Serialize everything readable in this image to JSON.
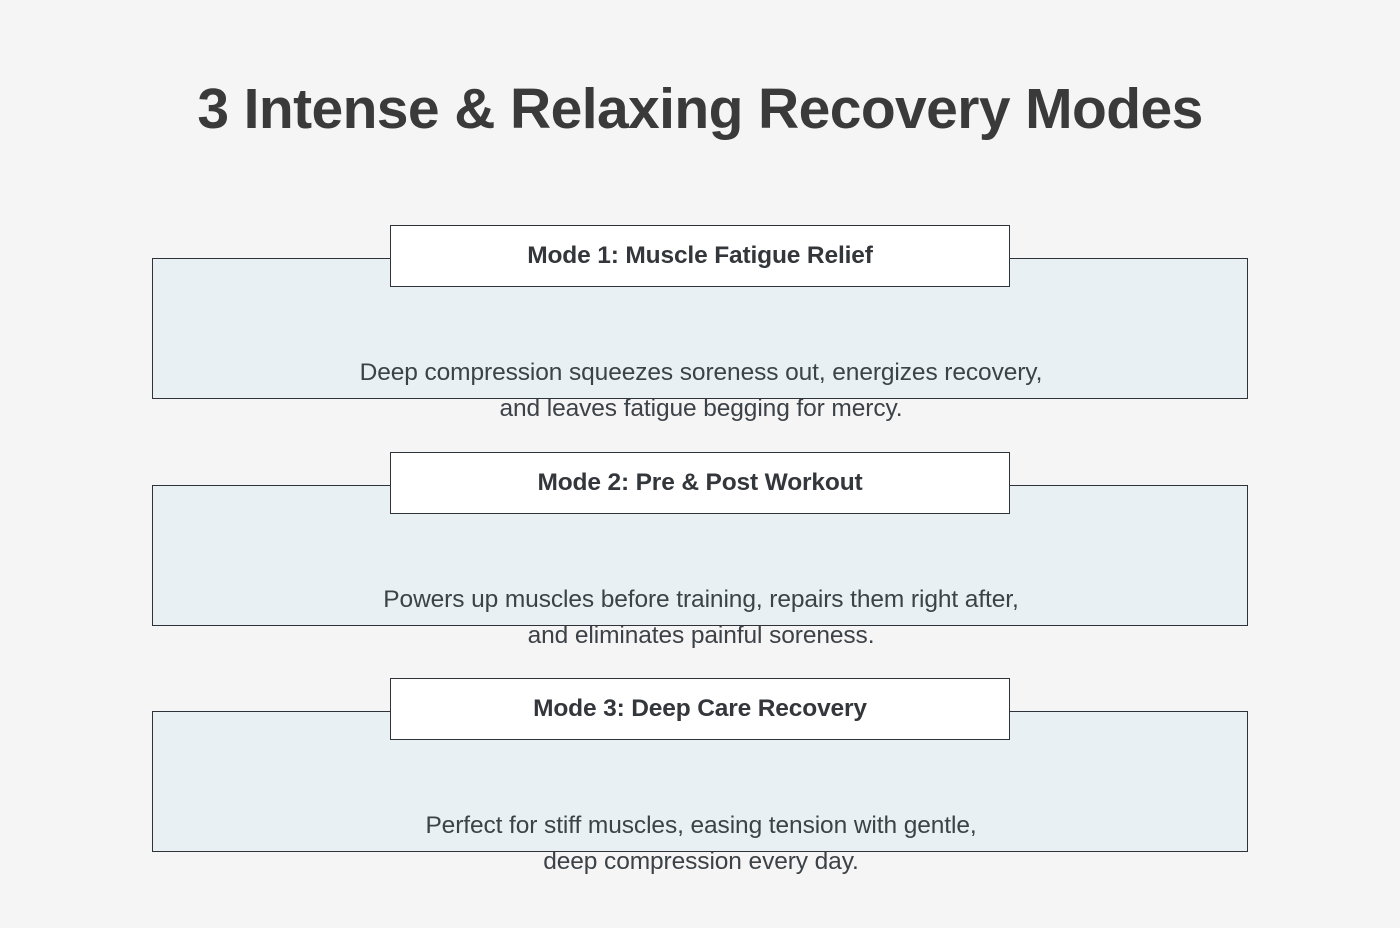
{
  "page": {
    "background_color": "#f5f5f5",
    "title": "3 Intense & Relaxing Recovery Modes",
    "title_color": "#3a3a3a"
  },
  "theme": {
    "card_fill": "#e8f0f3",
    "card_border": "#2d3339",
    "label_fill": "#ffffff",
    "label_border": "#2d3339",
    "label_text_color": "#33373b",
    "body_text_color": "#3c4247"
  },
  "modes": [
    {
      "label": "Mode 1: Muscle Fatigue Relief",
      "description_line_1": "Deep compression squeezes soreness out, energizes recovery,",
      "description_line_2": "and leaves fatigue begging for mercy."
    },
    {
      "label": "Mode 2: Pre & Post Workout",
      "description_line_1": "Powers up muscles before training, repairs them right after,",
      "description_line_2": "and eliminates painful soreness."
    },
    {
      "label": "Mode 3: Deep Care Recovery",
      "description_line_1": "Perfect for stiff muscles, easing tension with gentle,",
      "description_line_2": "deep compression every day."
    }
  ]
}
